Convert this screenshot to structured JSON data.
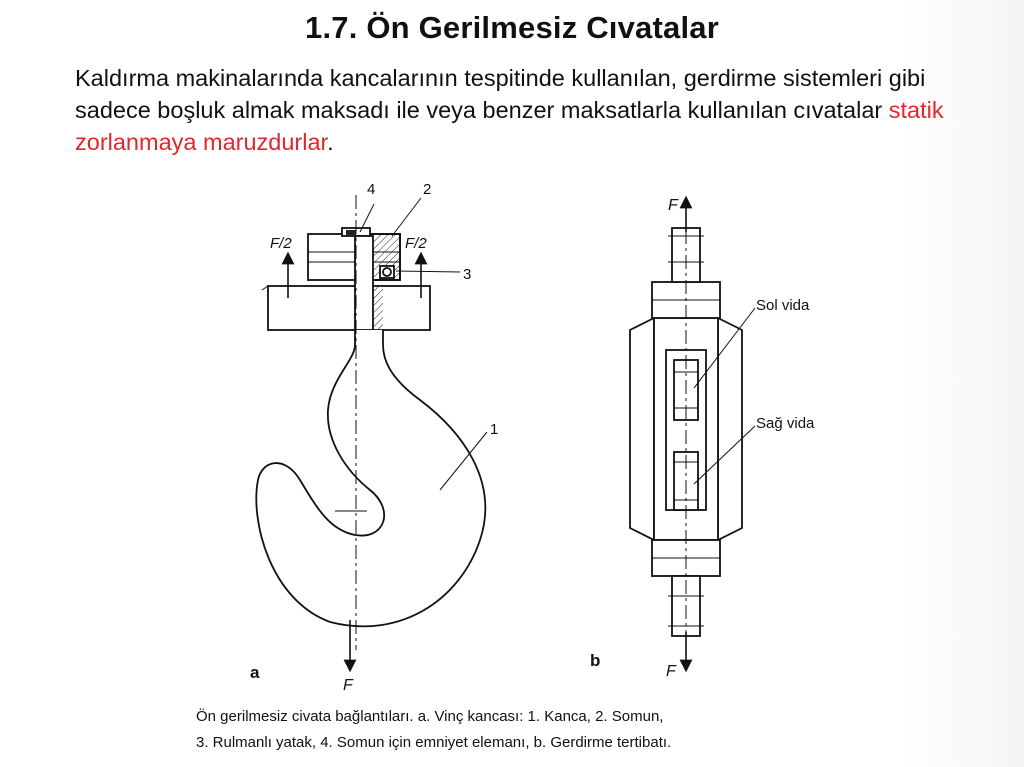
{
  "slide": {
    "title": "1.7. Ön Gerilmesiz Cıvatalar",
    "paragraph": {
      "text_before": "Kaldırma makinalarında kancalarının tespitinde kullanılan, gerdirme sistemleri gibi sadece boşluk almak maksadı ile veya benzer maksatlarla kullanılan cıvatalar ",
      "highlight": "statik zorlanmaya maruzdurlar",
      "text_after": ".",
      "highlight_color": "#e0272b"
    }
  },
  "figure_a": {
    "part_label": "a",
    "labels": {
      "part_1": "1",
      "part_2": "2",
      "part_3": "3",
      "part_4": "4",
      "force_left": "F/2",
      "force_right": "F/2",
      "force_bottom": "F"
    }
  },
  "figure_b": {
    "part_label": "b",
    "labels": {
      "force_top": "F",
      "force_bottom": "F",
      "left_thread": "Sol vida",
      "right_thread": "Sağ vida"
    }
  },
  "caption": {
    "line1": "Ön gerilmesiz civata bağlantıları. a. Vinç kancası: 1. Kanca, 2. Somun,",
    "line2": "3. Rulmanlı yatak, 4. Somun için emniyet elemanı, b. Gerdirme tertibatı."
  }
}
